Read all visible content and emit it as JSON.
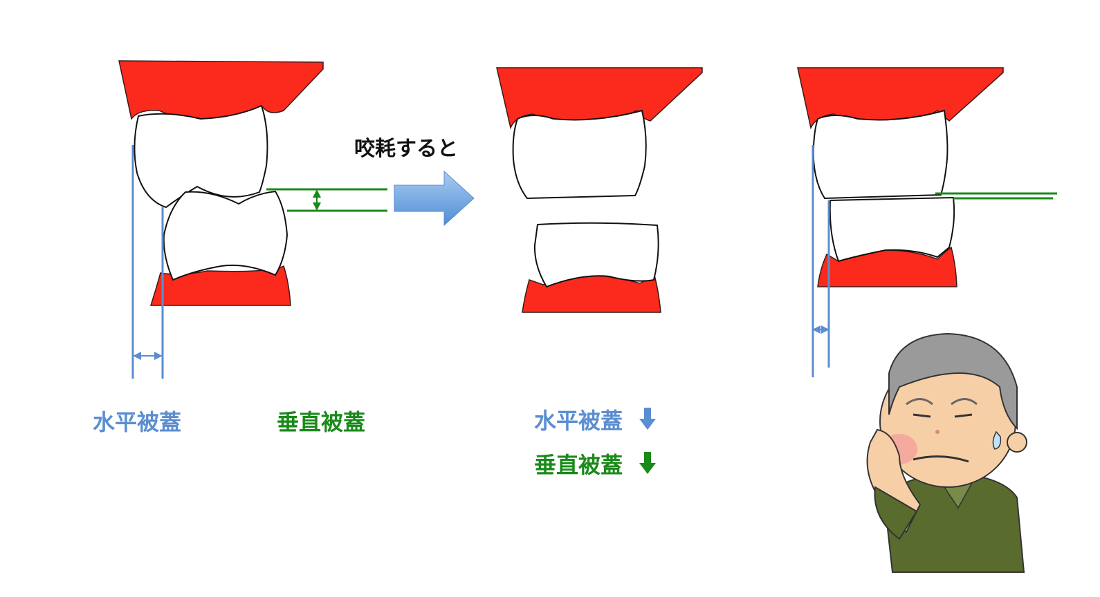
{
  "arrow_caption": "咬耗すると",
  "before": {
    "horizontal_label": "水平被蓋",
    "vertical_label": "垂直被蓋"
  },
  "after": {
    "horizontal_label": "水平被蓋",
    "vertical_label": "垂直被蓋",
    "direction": "decrease"
  },
  "colors": {
    "gum": "#fb2a1c",
    "horizontal": "#5b8ed0",
    "vertical": "#1a8a1a",
    "arrow": "#6aa3e0"
  }
}
